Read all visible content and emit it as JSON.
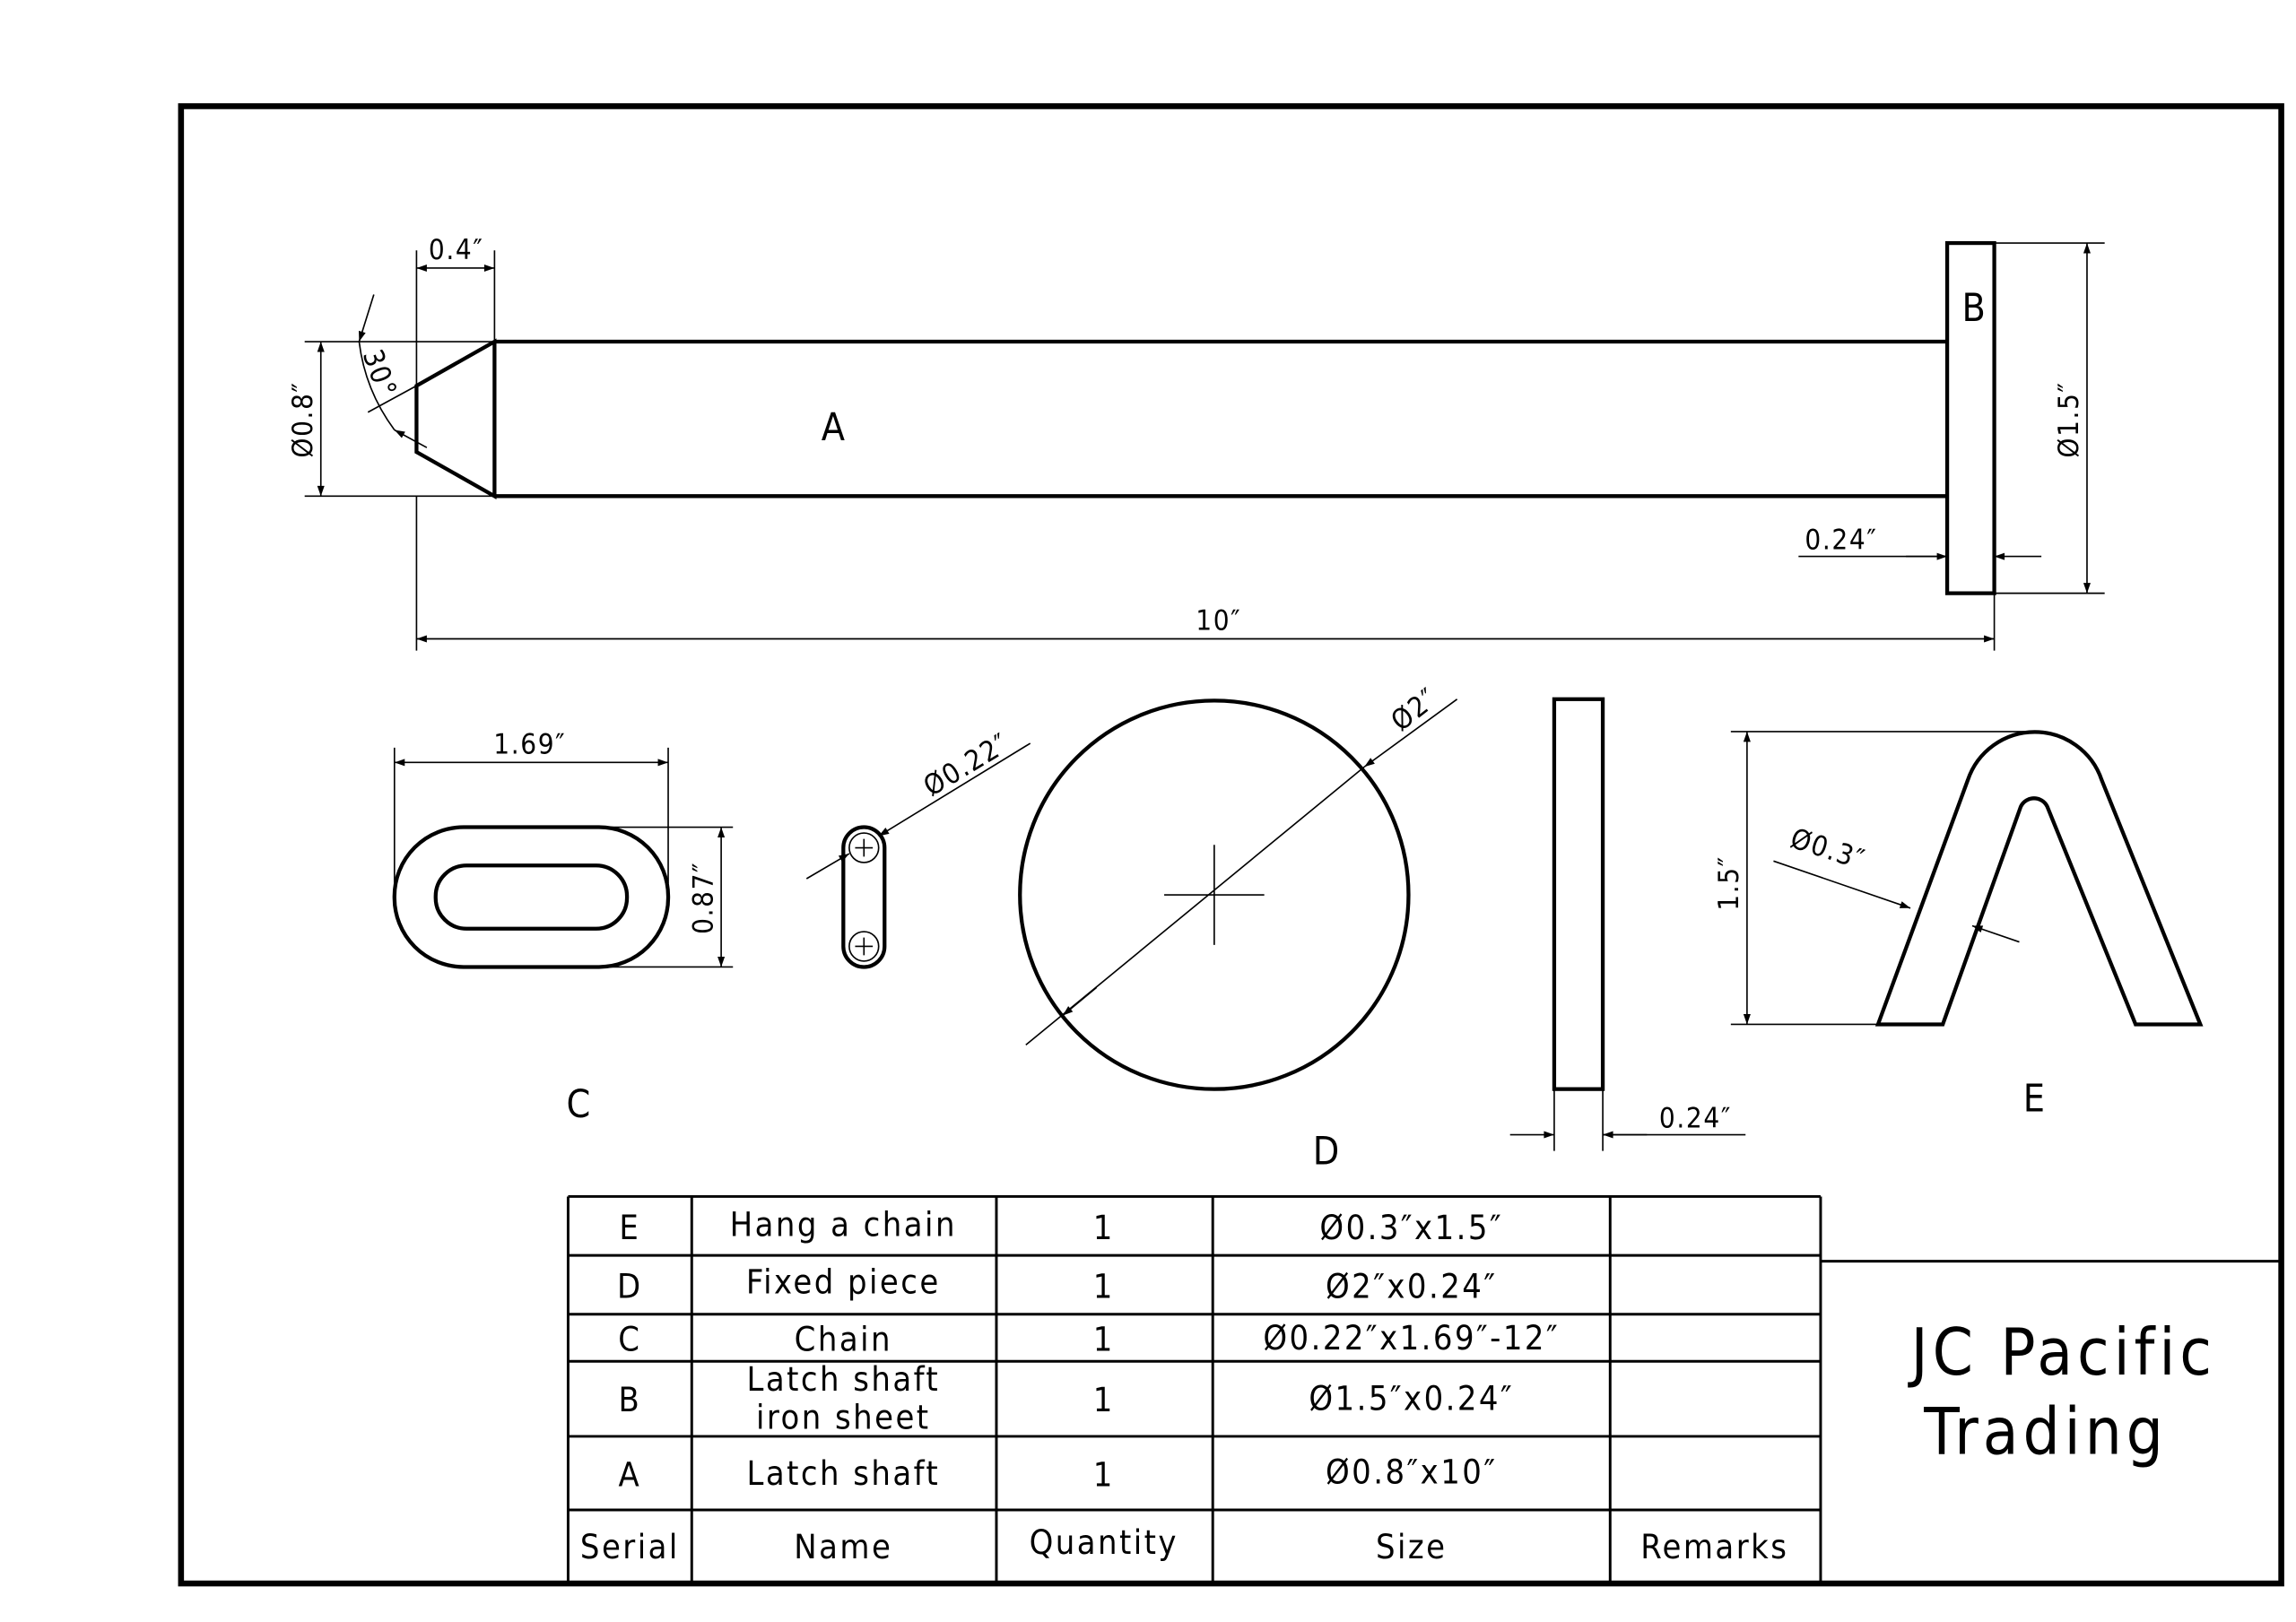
{
  "part_labels": {
    "a": "A",
    "b": "B",
    "c": "C",
    "d": "D",
    "e": "E"
  },
  "dimensions": {
    "a_chamfer_length": "0.4″",
    "a_diameter": "Ø0.8″",
    "a_chamfer_angle": "30°",
    "b_diameter": "Ø1.5″",
    "b_thickness": "0.24″",
    "overall_length": "10″",
    "c_length": "1.69″",
    "c_width": "0.87″",
    "c_wire_diameter": "Ø0.22″",
    "d_diameter": "Ø2″",
    "d_thickness": "0.24″",
    "e_height": "1.5″",
    "e_wire_diameter": "Ø0.3″"
  },
  "parts_table": {
    "headers": {
      "serial": "Serial",
      "name": "Name",
      "quantity": "Quantity",
      "size": "Size",
      "remarks": "Remarks"
    },
    "rows": [
      {
        "serial": "E",
        "name": "Hang a chain",
        "quantity": "1",
        "size": "Ø0.3″x1.5″",
        "remarks": ""
      },
      {
        "serial": "D",
        "name": "Fixed piece",
        "quantity": "1",
        "size": "Ø2″x0.24″",
        "remarks": ""
      },
      {
        "serial": "C",
        "name": "Chain",
        "quantity": "1",
        "size": "Ø0.22″x1.69″-12″",
        "remarks": ""
      },
      {
        "serial": "B",
        "name_line1": "Latch shaft",
        "name_line2": "iron sheet",
        "quantity": "1",
        "size": "Ø1.5″x0.24″",
        "remarks": ""
      },
      {
        "serial": "A",
        "name": "Latch shaft",
        "quantity": "1",
        "size": "Ø0.8″x10″",
        "remarks": ""
      }
    ]
  },
  "title_block": {
    "company_line1": "JC Pacific",
    "company_line2": "Trading"
  }
}
